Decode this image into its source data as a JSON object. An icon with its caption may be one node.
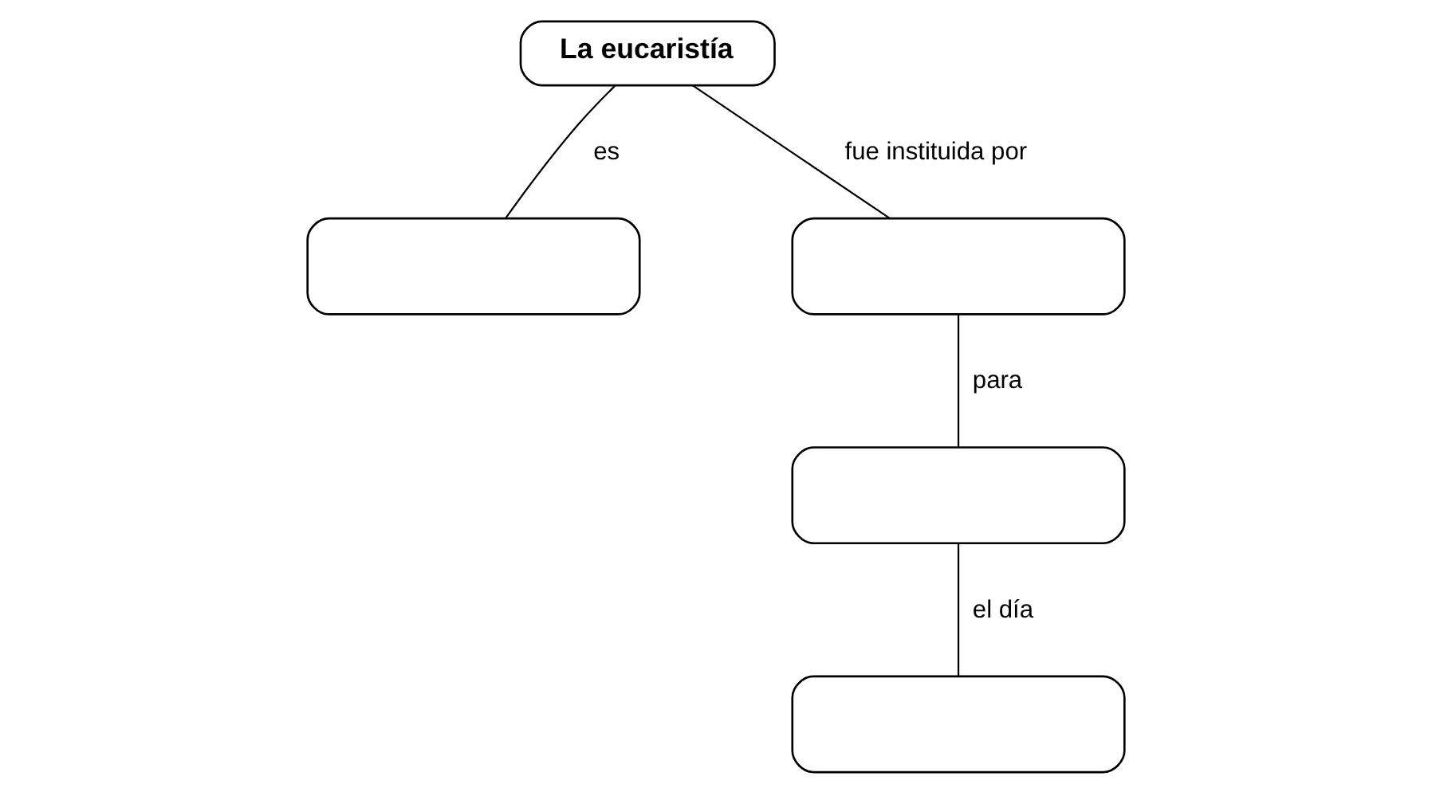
{
  "diagram": {
    "nodes": [
      {
        "text": [
          "La eucaristía"
        ]
      },
      {
        "text": [],
        "shape": "box"
      },
      {
        "text": [],
        "shape": "box"
      },
      {
        "text": [],
        "shape": "box"
      },
      {
        "text": [],
        "shape": "box"
      }
    ],
    "edges": [
      {
        "from": 0,
        "to": 1,
        "arrow": "none",
        "label": "es"
      },
      {
        "from": 0,
        "to": 2,
        "arrow": "none",
        "label": "fue instituida por"
      },
      {
        "from": 2,
        "to": 3,
        "arrow": "none",
        "label": "para"
      },
      {
        "from": 3,
        "to": 4,
        "arrow": "none",
        "label": "el día"
      }
    ]
  }
}
